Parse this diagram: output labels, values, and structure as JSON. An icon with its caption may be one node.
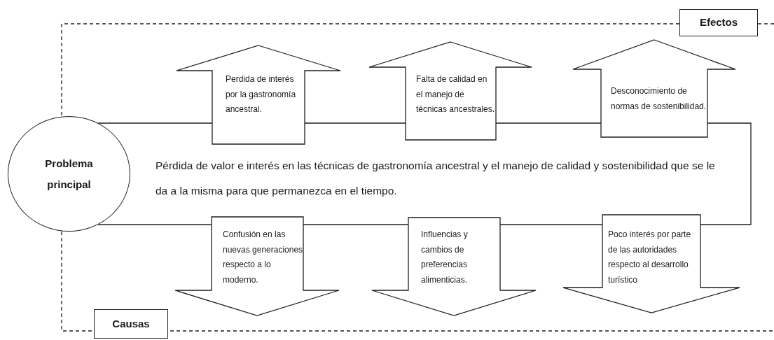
{
  "diagram": {
    "nodes": [
      {
        "text": [
          "Efectos"
        ]
      },
      {
        "text": [
          "Perdida de interés por la gastronomía ancestral."
        ]
      },
      {
        "text": [
          "Falta de calidad en el manejo de técnicas ancestrales."
        ]
      },
      {
        "text": [
          "Desconocimiento de normas de sostenibilidad."
        ]
      },
      {
        "text": [
          "Problema principal"
        ]
      },
      {
        "text": [
          "Confusión en las nuevas generaciones respecto a lo moderno."
        ]
      },
      {
        "text": [
          "Influencias y cambios de preferencias alimenticias."
        ]
      },
      {
        "text": [
          "Poco interés por parte de las autoridades respecto al desarrollo turístico"
        ]
      },
      {
        "text": [
          "Causas"
        ]
      }
    ],
    "edges": [
      {
        "from": 4,
        "to": 1,
        "arrow": "none"
      },
      {
        "from": 1,
        "to": 2,
        "arrow": "none"
      },
      {
        "from": 2,
        "to": 3,
        "arrow": "none"
      },
      {
        "from": 3,
        "to": 7,
        "arrow": "none"
      },
      {
        "from": 7,
        "to": 6,
        "arrow": "none"
      },
      {
        "from": 6,
        "to": 5,
        "arrow": "none"
      },
      {
        "from": 5,
        "to": 4,
        "arrow": "none"
      }
    ],
    "labels": [
      "Pérdida de valor e interés en las técnicas de gastronomía ancestral y el manejo de calidad y sostenibilidad que se le da a la misma para que permanezca en el tiempo."
    ]
  }
}
